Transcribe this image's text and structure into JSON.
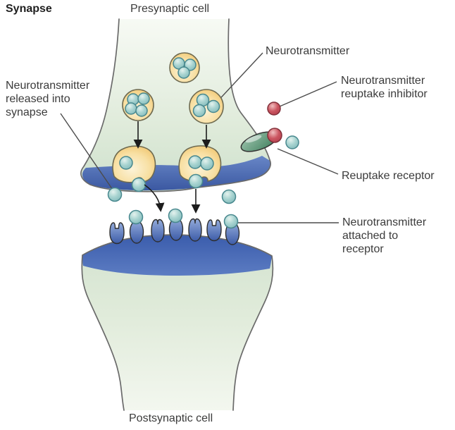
{
  "figure": {
    "title": "Synapse",
    "presynaptic_label": "Presynaptic cell",
    "postsynaptic_label": "Postsynaptic cell"
  },
  "callouts": {
    "neurotransmitter": {
      "text": "Neurotransmitter"
    },
    "released": {
      "line1": "Neurotransmitter",
      "line2": "released into",
      "line3": "synapse"
    },
    "inhibitor": {
      "line1": "Neurotransmitter",
      "line2": "reuptake inhibitor"
    },
    "reuptake_receptor": {
      "text": "Reuptake receptor"
    },
    "attached": {
      "line1": "Neurotransmitter",
      "line2": "attached to",
      "line3": "receptor"
    }
  },
  "key_colors": {
    "presynaptic_cell_fill": "#DCE9D8",
    "postsynaptic_cell_fill": "#E3EEDF",
    "membrane_blue": "#3A5CAC",
    "vesicle_yellow": "#F6D289",
    "neurotransmitter_teal": "#9CC9C8",
    "reuptake_inhibitor_red": "#C65561",
    "reuptake_receptor_green": "#5E9478",
    "receptor_blue": "#5C79BE",
    "outline_gray": "#6A6A6A",
    "label_text": "#3B3B3B"
  }
}
